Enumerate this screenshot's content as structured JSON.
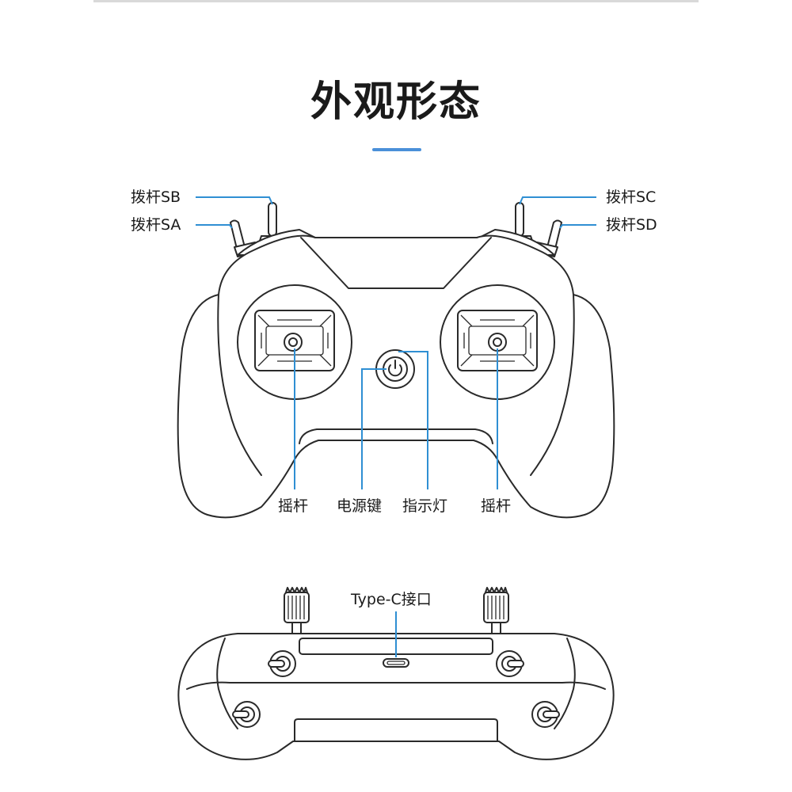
{
  "title": "外观形态",
  "accent_color": "#4a90d9",
  "leader_color": "#2f8fd3",
  "labels": {
    "switch_sb": "拨杆SB",
    "switch_sa": "拨杆SA",
    "switch_sc": "拨杆SC",
    "switch_sd": "拨杆SD",
    "stick_left": "摇杆",
    "power_key": "电源键",
    "indicator": "指示灯",
    "stick_right": "摇杆",
    "type_c": "Type-C接口"
  }
}
